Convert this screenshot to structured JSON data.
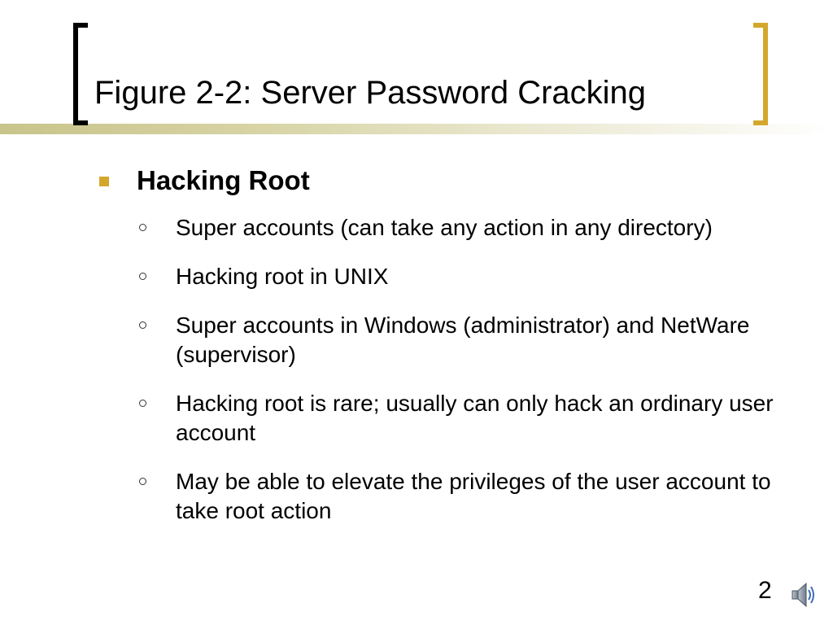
{
  "slide": {
    "title": "Figure 2-2: Server Password Cracking",
    "bullet": {
      "label": "Hacking Root",
      "sub_items": [
        "Super accounts (can take any action in any directory)",
        "Hacking root in UNIX",
        "Super accounts in Windows (administrator) and NetWare (supervisor)",
        "Hacking root is rare; usually can only hack an ordinary user account",
        "May be able to elevate the privileges of the user account to take root action"
      ]
    },
    "page_number": "2"
  },
  "colors": {
    "accent_gold": "#d4a72c",
    "band_olive": "#c9c48a",
    "text": "#000000"
  },
  "icons": {
    "audio": "speaker-icon"
  }
}
